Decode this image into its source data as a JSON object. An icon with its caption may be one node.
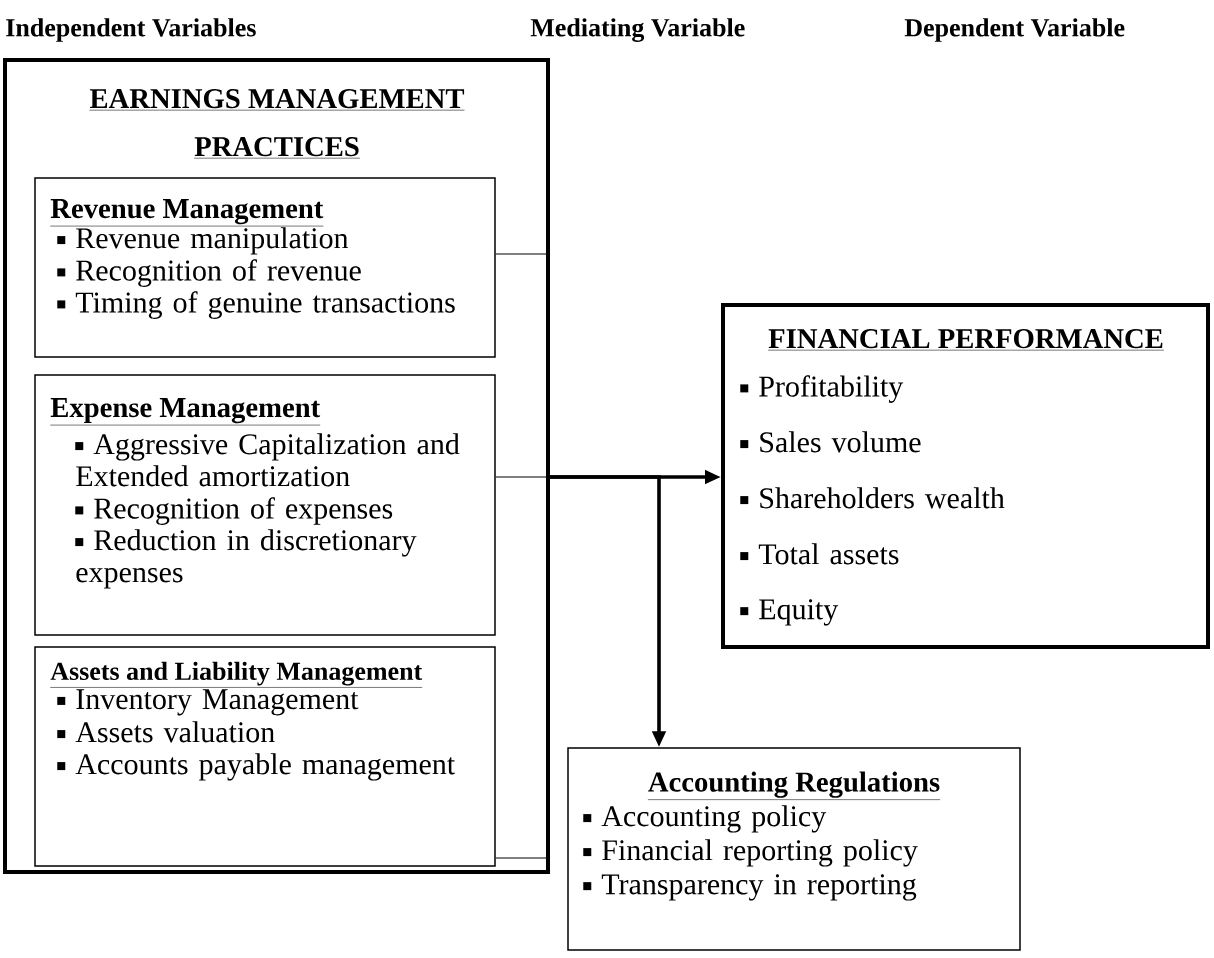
{
  "diagram": {
    "nodes": [
      {
        "text": [
          "EARNINGS MANAGEMENT PRACTICES"
        ]
      },
      {
        "text": [
          "Revenue Management",
          "Revenue manipulation",
          "Recognition of revenue",
          "Timing of genuine transactions"
        ],
        "in": 0
      },
      {
        "text": [
          "Expense Management",
          "Aggressive Capitalization and Extended amortization",
          "Recognition of expenses",
          "Reduction in discretionary expenses"
        ],
        "in": 0
      },
      {
        "text": [
          "Assets and Liability Management",
          "Inventory Management",
          "Assets valuation",
          "Accounts payable management"
        ],
        "in": 0
      },
      {
        "text": [
          "FINANCIAL PERFORMANCE",
          "Profitability",
          "Sales volume",
          "Shareholders wealth",
          "Total assets",
          "Equity"
        ]
      },
      {
        "text": [
          "Accounting Regulations",
          "Accounting policy",
          "Financial reporting policy",
          "Transparency in reporting"
        ]
      }
    ],
    "edges": [
      {
        "from": 1,
        "to": 0,
        "arrow": "none"
      },
      {
        "from": 2,
        "to": 0,
        "arrow": "none"
      },
      {
        "from": 3,
        "to": 0,
        "arrow": "none"
      },
      {
        "from": 0,
        "to": 4,
        "arrow": "to",
        "style": "thick"
      },
      {
        "from": 0,
        "to": 5,
        "arrow": "to",
        "style": "thick"
      }
    ],
    "labels": [
      "Independent Variables",
      "Mediating Variable",
      "Dependent Variable"
    ]
  }
}
